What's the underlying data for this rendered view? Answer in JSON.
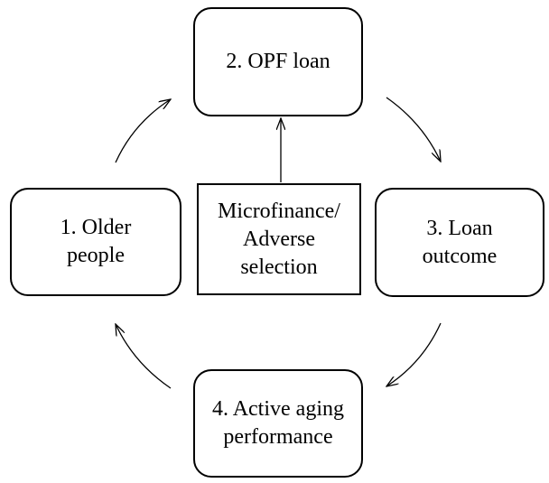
{
  "diagram": {
    "nodes": {
      "opf_loan": {
        "lines": [
          "2. OPF loan"
        ]
      },
      "older_people": {
        "lines": [
          "1. Older",
          "people"
        ]
      },
      "loan_outcome": {
        "lines": [
          "3. Loan",
          "outcome"
        ]
      },
      "active_aging": {
        "lines": [
          "4. Active aging",
          "performance"
        ]
      },
      "microfinance": {
        "lines": [
          "Microfinance/",
          "Adverse",
          "selection"
        ]
      }
    },
    "edges": [
      {
        "from": "older_people",
        "to": "opf_loan"
      },
      {
        "from": "opf_loan",
        "to": "loan_outcome"
      },
      {
        "from": "loan_outcome",
        "to": "active_aging"
      },
      {
        "from": "active_aging",
        "to": "older_people"
      },
      {
        "from": "microfinance",
        "to": "opf_loan"
      }
    ],
    "colors": {
      "stroke": "#000000",
      "fill": "#ffffff"
    }
  }
}
